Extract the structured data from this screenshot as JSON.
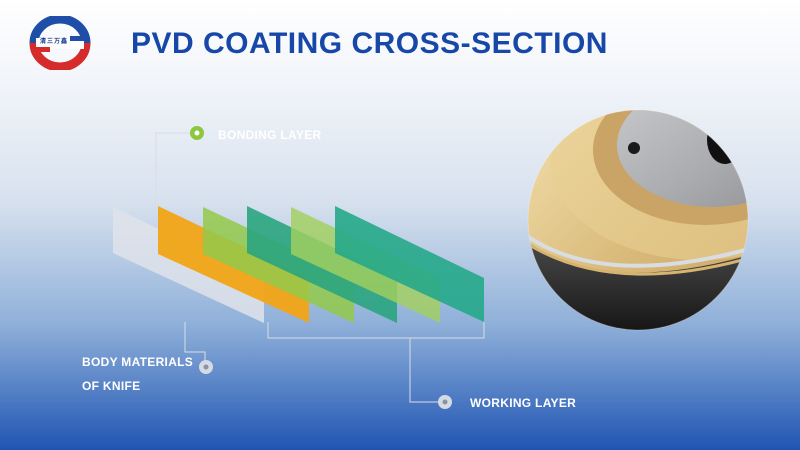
{
  "header": {
    "title": "PVD COATING CROSS-SECTION",
    "logo_text": "清三万鑫"
  },
  "labels": {
    "bonding_layer": "BONDING LAYER",
    "body_line1": "BODY MATERIALS",
    "body_line2": "OF KNIFE",
    "working_layer": "WORKING LAYER"
  },
  "colors": {
    "title_blue": "#1748a8",
    "logo_red": "#d52b2b",
    "logo_blue": "#1f4ea8",
    "layer_body": "#dfe3ea",
    "layer_bonding": "#f2a416",
    "layer_green_light": "#8dc63f",
    "layer_teal": "#22a57e"
  },
  "icons": {
    "marker": "circle-dot-icon",
    "logo": "company-logo"
  }
}
